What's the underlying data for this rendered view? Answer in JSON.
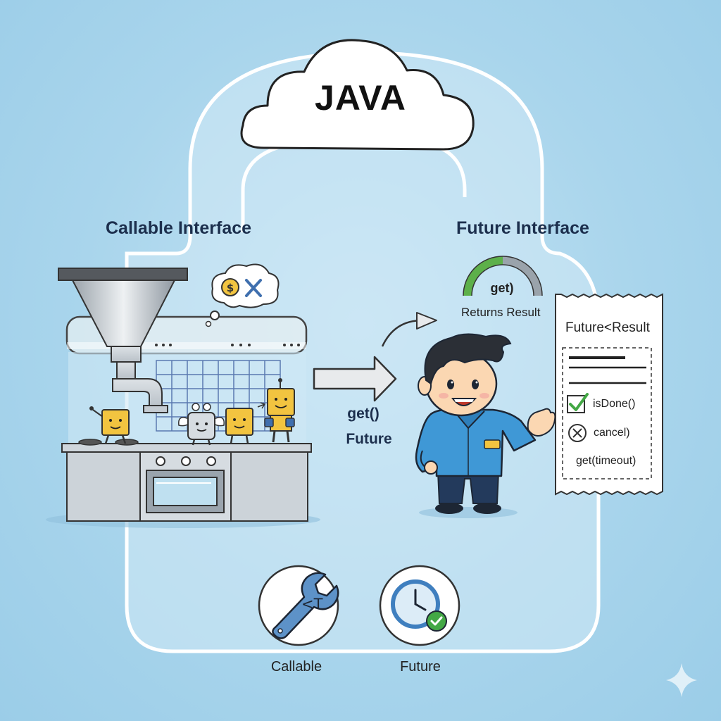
{
  "title": "JAVA",
  "callable_panel": {
    "heading": "Callable Interface",
    "arrow_label_line1": "get()",
    "arrow_label_line2": "Future"
  },
  "future_panel": {
    "heading": "Future Interface",
    "gauge_label": "get)",
    "gauge_caption": "Returns Result",
    "ticket": {
      "title": "Future<Result",
      "items": [
        {
          "label": "isDone()",
          "icon": "checkbox-check-icon"
        },
        {
          "label": "cancel)",
          "icon": "circle-x-icon"
        },
        {
          "label": "get(timeout)",
          "icon": ""
        }
      ]
    }
  },
  "bottom_icons": [
    {
      "label": "Callable",
      "glyph": "<T",
      "icon": "wrench-icon"
    },
    {
      "label": "Future",
      "glyph": "",
      "icon": "clock-check-icon"
    }
  ],
  "colors": {
    "background": "#a9d5ec",
    "robot_yellow": "#f2c440",
    "character_shirt": "#3f98d6",
    "character_pants": "#233a5c",
    "gauge_green": "#5db04a",
    "check_green": "#43a845"
  }
}
